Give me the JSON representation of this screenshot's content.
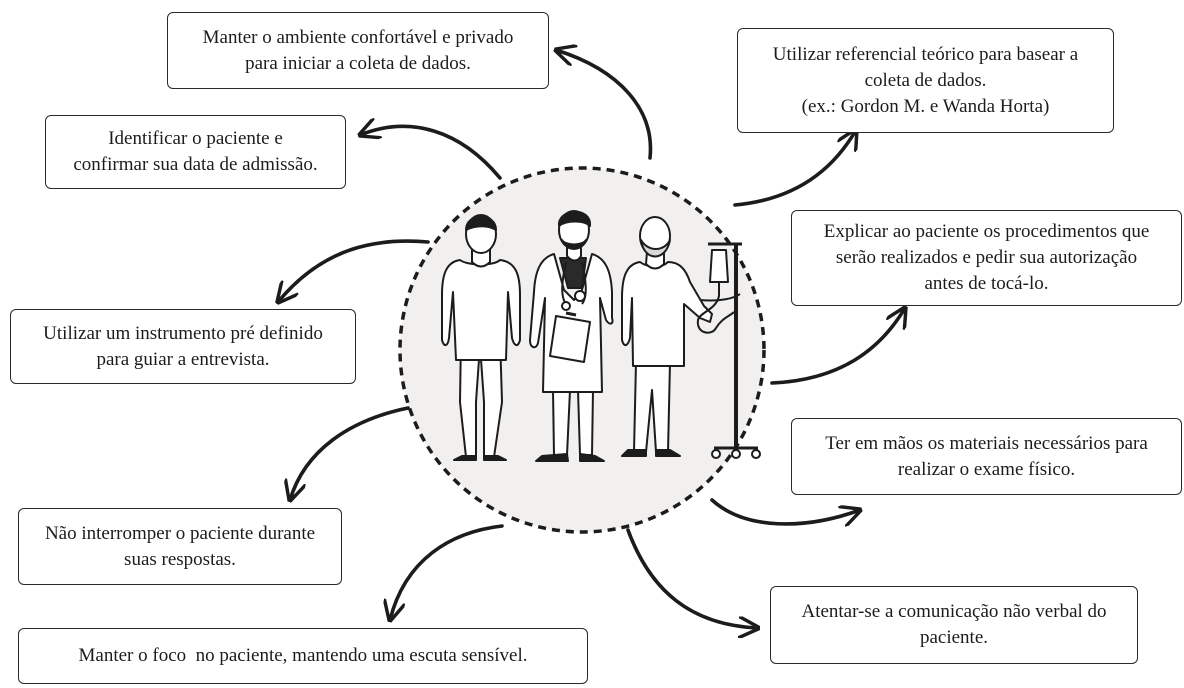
{
  "colors": {
    "stroke": "#1c1c1c",
    "circle_fill": "#f1f0ef",
    "box_border": "#2a2a2a"
  },
  "icons": [
    "patient-figure-icon",
    "doctor-figure-icon",
    "elderly-patient-figure-icon",
    "iv-drip-stand-icon"
  ],
  "boxes": {
    "ambiente": {
      "lines": [
        "Manter o ambiente confortável e privado",
        "para iniciar a coleta de dados."
      ]
    },
    "referencial": {
      "lines": [
        "Utilizar referencial teórico para basear a",
        "coleta de dados.",
        "(ex.: Gordon M. e Wanda Horta)"
      ]
    },
    "identificar": {
      "lines": [
        "Identificar o paciente e",
        "confirmar sua data de admissão."
      ]
    },
    "explicar": {
      "lines": [
        "Explicar ao paciente os procedimentos que",
        "serão realizados e pedir sua autorização",
        "antes de tocá-lo."
      ]
    },
    "instrumento": {
      "lines": [
        "Utilizar um instrumento pré definido",
        "para guiar a entrevista."
      ]
    },
    "materiais": {
      "lines": [
        "Ter em mãos os materiais necessários para",
        "realizar o exame físico."
      ]
    },
    "interromper": {
      "lines": [
        "Não interromper o paciente durante",
        "suas respostas."
      ]
    },
    "comunicacao": {
      "lines": [
        "Atentar-se a comunicação não verbal do",
        "paciente."
      ]
    },
    "foco": {
      "lines": [
        "Manter o foco  no paciente, mantendo uma escuta sensível."
      ]
    }
  }
}
